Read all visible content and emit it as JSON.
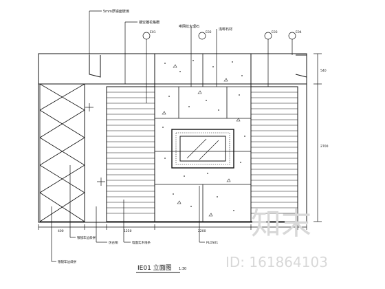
{
  "drawing": {
    "title": "IE01 立面图",
    "title_scale": "1:30",
    "top_notes": {
      "note_1": "5mm厚镜面玻璃",
      "note_2": "镂空雕花格栅",
      "note_3": "啡网纹大理石",
      "note_4": "浅啡石材",
      "ref_1": "E01",
      "ref_2": "E02",
      "ref_3": "E03",
      "ref_4": "E04"
    },
    "bottom_notes": {
      "note_1": "仿古铜",
      "note_2": "银镜车边斜拼",
      "note_3": "墙面实木线条",
      "note_4": "PLOS01",
      "note_5": "银镜车边斜拼"
    },
    "dimensions": {
      "right_top": "540",
      "right_mid": "2700",
      "bottom_1": "400",
      "bottom_2": "1250",
      "bottom_3": "2200"
    }
  },
  "watermark": {
    "brand": "知末",
    "id_text": "ID: 161864103"
  }
}
